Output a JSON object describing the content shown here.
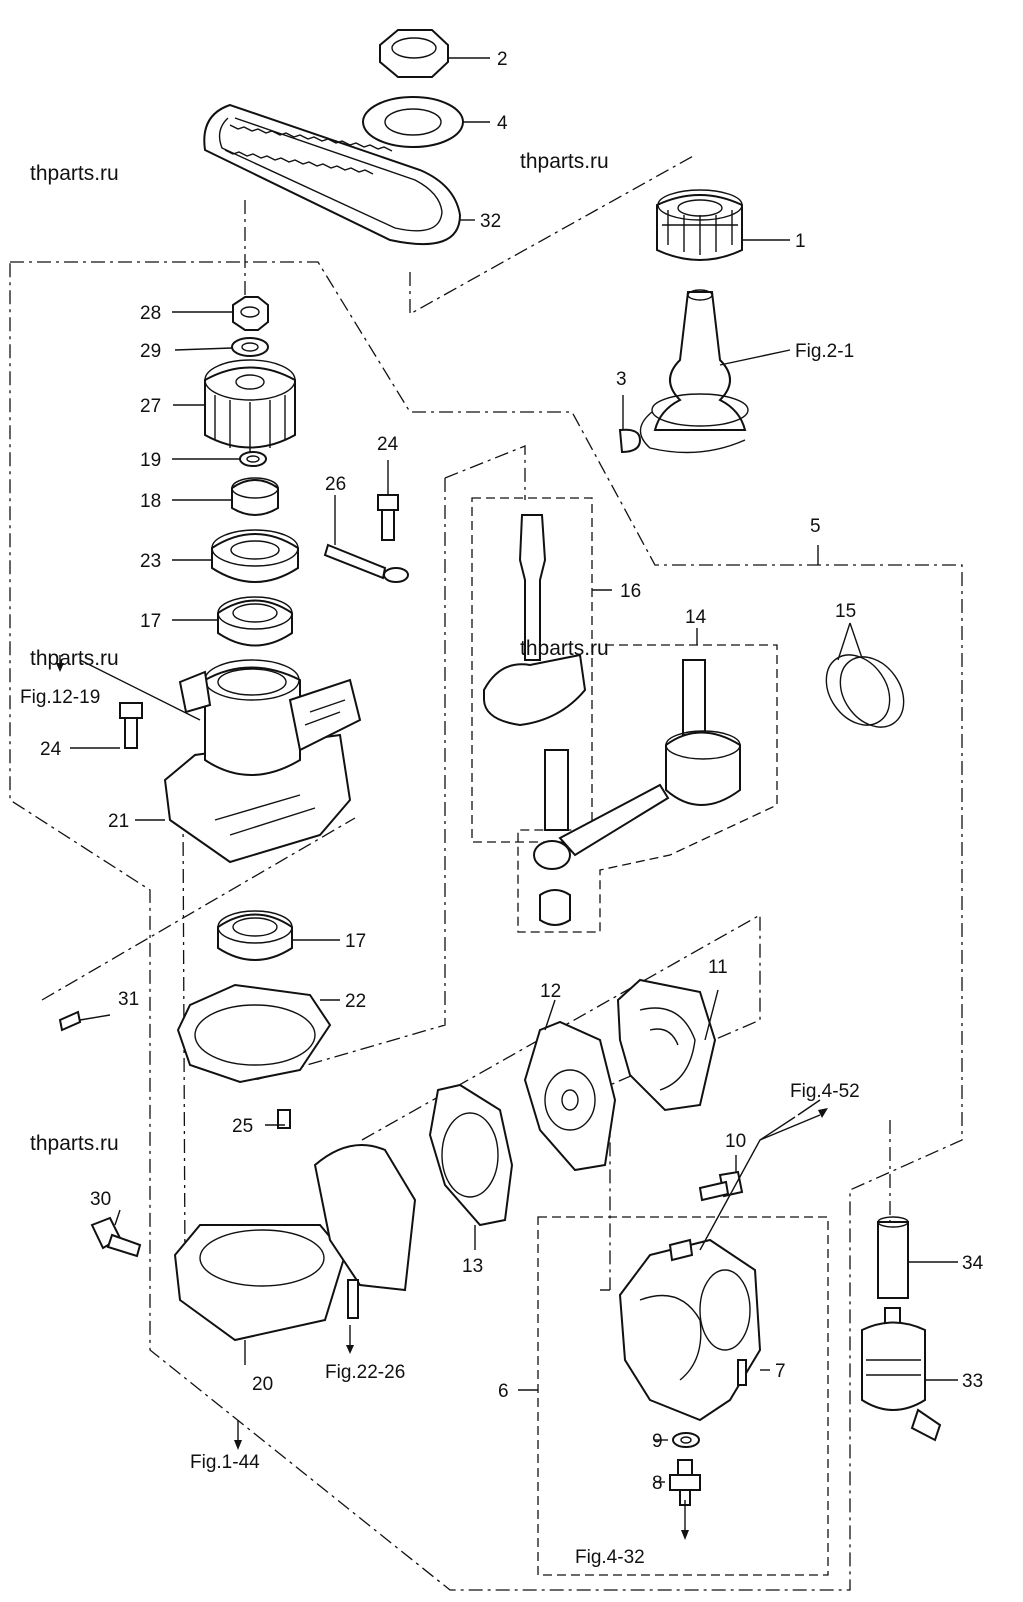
{
  "watermarks": [
    "thparts.ru",
    "thparts.ru",
    "thparts.ru",
    "thparts.ru",
    "thparts.ru"
  ],
  "callouts": {
    "p1": "1",
    "p2": "2",
    "p3": "3",
    "p4": "4",
    "p5": "5",
    "p6": "6",
    "p7": "7",
    "p8": "8",
    "p9": "9",
    "p10": "10",
    "p11": "11",
    "p12": "12",
    "p13": "13",
    "p14": "14",
    "p15": "15",
    "p16": "16",
    "p17a": "17",
    "p17b": "17",
    "p18": "18",
    "p19": "19",
    "p20": "20",
    "p21": "21",
    "p22": "22",
    "p23": "23",
    "p24a": "24",
    "p24b": "24",
    "p25": "25",
    "p26": "26",
    "p27": "27",
    "p28": "28",
    "p29": "29",
    "p30": "30",
    "p31": "31",
    "p32": "32",
    "p33": "33",
    "p34": "34"
  },
  "references": {
    "fig_2_1": "Fig.2-1",
    "fig_12_19": "Fig.12-19",
    "fig_4_52": "Fig.4-52",
    "fig_22_26": "Fig.22-26",
    "fig_1_44": "Fig.1-44",
    "fig_4_32": "Fig.4-32"
  },
  "colors": {
    "line": "#111111",
    "background": "#ffffff"
  }
}
